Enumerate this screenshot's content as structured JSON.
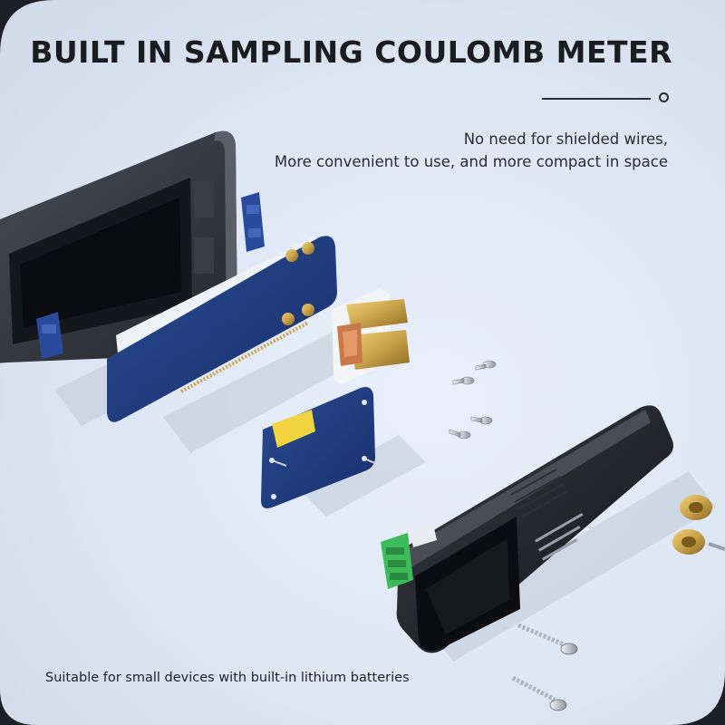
{
  "title": "BUILT IN SAMPLING COULOMB METER",
  "subtitle": {
    "line1": "No need for shielded wires,",
    "line2": "More convenient to use, and more compact in space"
  },
  "footnote": "Suitable for small devices with built-in lithium batteries",
  "colors": {
    "background": "#dde6f3",
    "pcb_blue": "#1e3a7a",
    "housing_dark": "#2b2e36",
    "brass": "#c9a24a",
    "terminal_green": "#3dbb5a",
    "text_dark": "#1b1c20"
  }
}
